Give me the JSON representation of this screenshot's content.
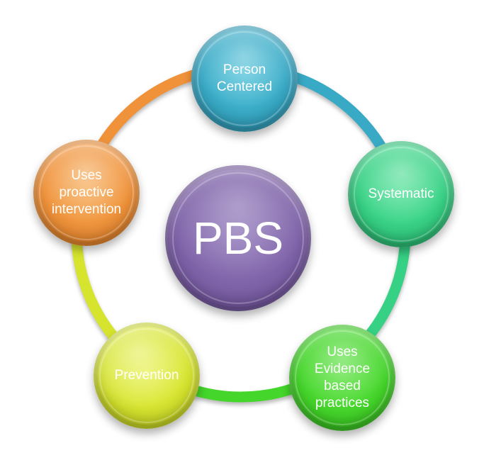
{
  "diagram": {
    "type": "cycle",
    "background": "#ffffff",
    "center": {
      "label": "PBS",
      "color": "#7e62a8",
      "text_color": "#ffffff"
    },
    "nodes": [
      {
        "id": "person-centered",
        "label": "Person Centered",
        "color": "#38aac6"
      },
      {
        "id": "systematic",
        "label": "Systematic",
        "color": "#36d184"
      },
      {
        "id": "evidence-based-practices",
        "label": "Uses Evidence based practices",
        "color": "#44d62a"
      },
      {
        "id": "prevention",
        "label": "Prevention",
        "color": "#d6e42e"
      },
      {
        "id": "proactive-intervention",
        "label": "Uses proactive intervention",
        "color": "#f0923a"
      }
    ]
  }
}
